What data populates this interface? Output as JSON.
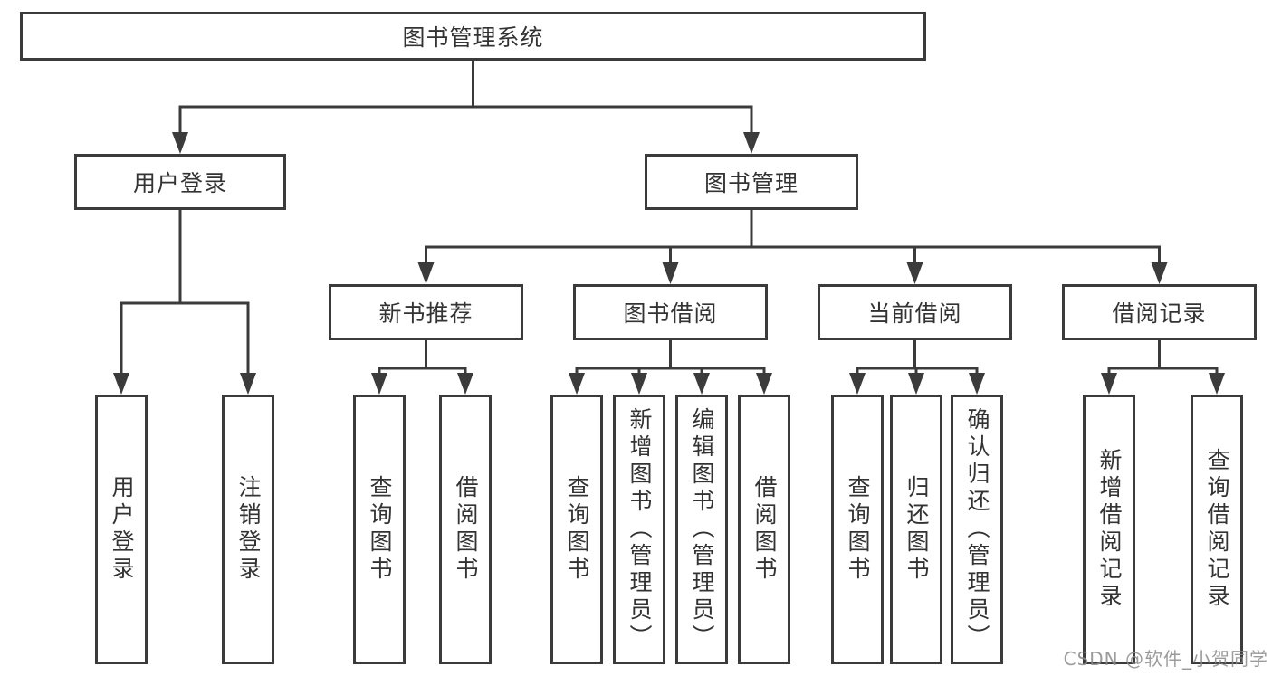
{
  "tree": {
    "root": {
      "label": "图书管理系统"
    },
    "level2": [
      {
        "label": "用户登录",
        "leaves": [
          {
            "label": "用户登录"
          },
          {
            "label": "注销登录"
          }
        ]
      },
      {
        "label": "图书管理",
        "groups": [
          {
            "label": "新书推荐",
            "leaves": [
              {
                "label": "查询图书"
              },
              {
                "label": "借阅图书"
              }
            ]
          },
          {
            "label": "图书借阅",
            "leaves": [
              {
                "label": "查询图书"
              },
              {
                "label": "新增图书（管理员）"
              },
              {
                "label": "编辑图书（管理员）"
              },
              {
                "label": "借阅图书"
              }
            ]
          },
          {
            "label": "当前借阅",
            "leaves": [
              {
                "label": "查询图书"
              },
              {
                "label": "归还图书"
              },
              {
                "label": "确认归还（管理员）"
              }
            ]
          },
          {
            "label": "借阅记录",
            "leaves": [
              {
                "label": "新增借阅记录"
              },
              {
                "label": "查询借阅记录"
              }
            ]
          }
        ]
      }
    ]
  },
  "watermark": {
    "text": "CSDN @软件_小贺同学"
  },
  "colors": {
    "line": "#3b3b3b",
    "text": "#333333",
    "background": "#ffffff",
    "watermark": "#8a8a8a"
  }
}
